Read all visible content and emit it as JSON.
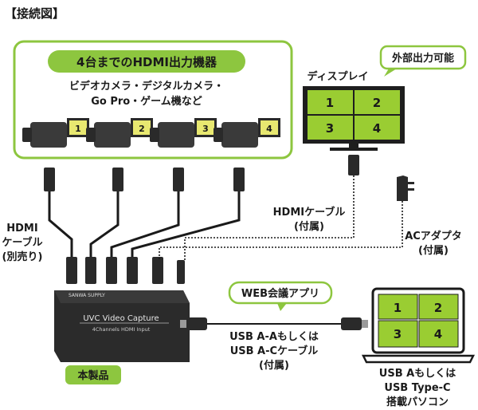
{
  "header": {
    "title": "【接続図】"
  },
  "sources": {
    "heading": "4台までのHDMI出力機器",
    "desc_line1": "ビデオカメラ・デジタルカメラ・",
    "desc_line2": "Go Pro・ゲーム機など",
    "cameras": [
      "1",
      "2",
      "3",
      "4"
    ]
  },
  "display": {
    "label": "ディスプレイ",
    "badge": "外部出力可能",
    "quadrants": [
      "1",
      "2",
      "3",
      "4"
    ]
  },
  "hdmi_cable": {
    "line1": "HDMIケーブル",
    "line2": "(付属)"
  },
  "hdmi_left": {
    "line1": "HDMI",
    "line2": "ケーブル",
    "line3": "(別売り)"
  },
  "ac_adapter": {
    "line1": "ACアダプタ",
    "line2": "(付属)"
  },
  "device": {
    "brand": "SANWA SUPPLY",
    "title": "UVC Video Capture",
    "subtitle": "4Channels HDMI Input",
    "badge": "本製品"
  },
  "web_app": {
    "label": "WEB会議アプリ"
  },
  "usb_cable": {
    "line1": "USB A-Aもしくは",
    "line2": "USB A-Cケーブル",
    "line3": "(付属)"
  },
  "laptop": {
    "quadrants": [
      "1",
      "2",
      "3",
      "4"
    ],
    "line1": "USB Aもしくは",
    "line2": "USB Type-C",
    "line3": "搭載パソコン"
  },
  "colors": {
    "accent_green": "#8dc63f",
    "light_green": "#e7f2d5",
    "screen_green": "#9acd32",
    "dark": "#1a1a1a"
  }
}
